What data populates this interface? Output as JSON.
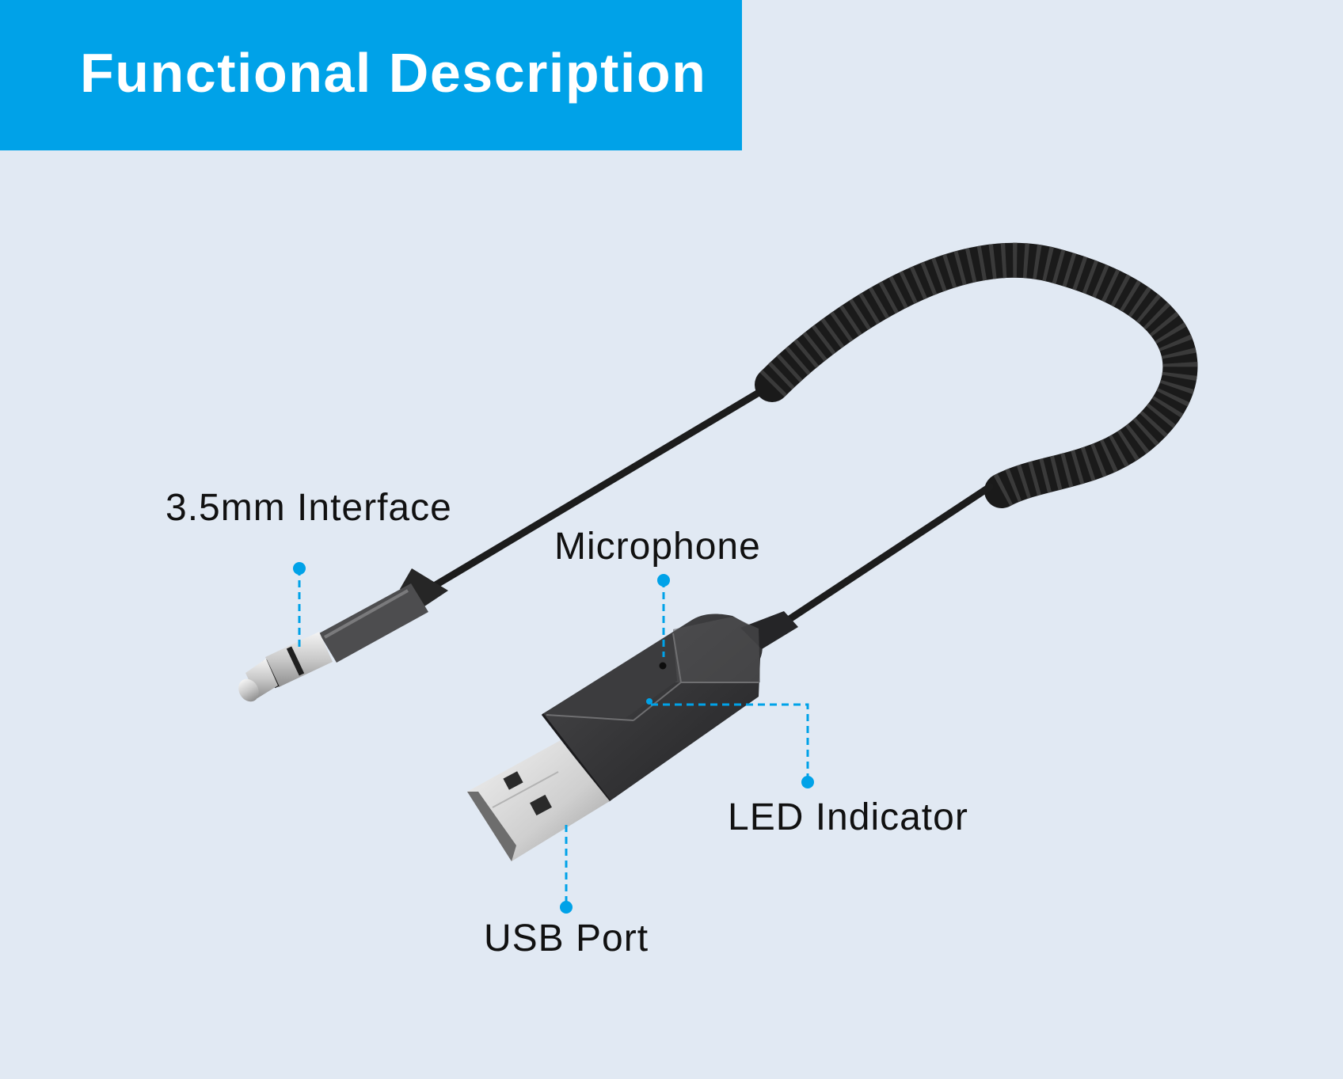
{
  "header": {
    "title": "Functional Description"
  },
  "callouts": {
    "jack": "3.5mm Interface",
    "mic": "Microphone",
    "led": "LED Indicator",
    "usb": "USB Port"
  },
  "colors": {
    "banner": "#00a2e8",
    "background": "#e1e9f3",
    "leader": "#00a2e8",
    "device": "#2e2e30"
  }
}
